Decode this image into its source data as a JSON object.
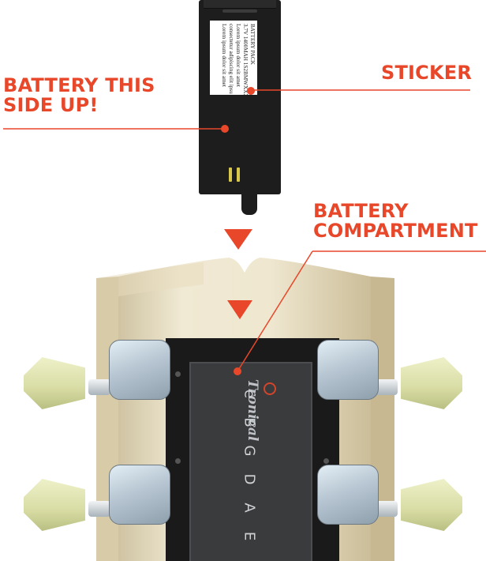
{
  "callouts": {
    "battery_side_up": "BATTERY THIS\nSIDE UP!",
    "sticker": "STICKER",
    "battery_compartment": "BATTERY\nCOMPARTMENT"
  },
  "battery_sticker": {
    "text": "BATTERY PACK\n3.7V 1400MAH 1S2BMWXXX\nLorem ipsum dolor sit amet\nconsectetur adipiscing elit ipsu\nLorem ipsum dolor sit amet"
  },
  "brand": {
    "name": "Tronical"
  },
  "strings": [
    "e",
    "B",
    "G",
    "D",
    "A",
    "E"
  ],
  "colors": {
    "accent": "#e8472a",
    "wood": "#ece4cc",
    "plate": "#1a1a1a",
    "button": "#d8dca4",
    "chrome": "#b7c6d2"
  }
}
